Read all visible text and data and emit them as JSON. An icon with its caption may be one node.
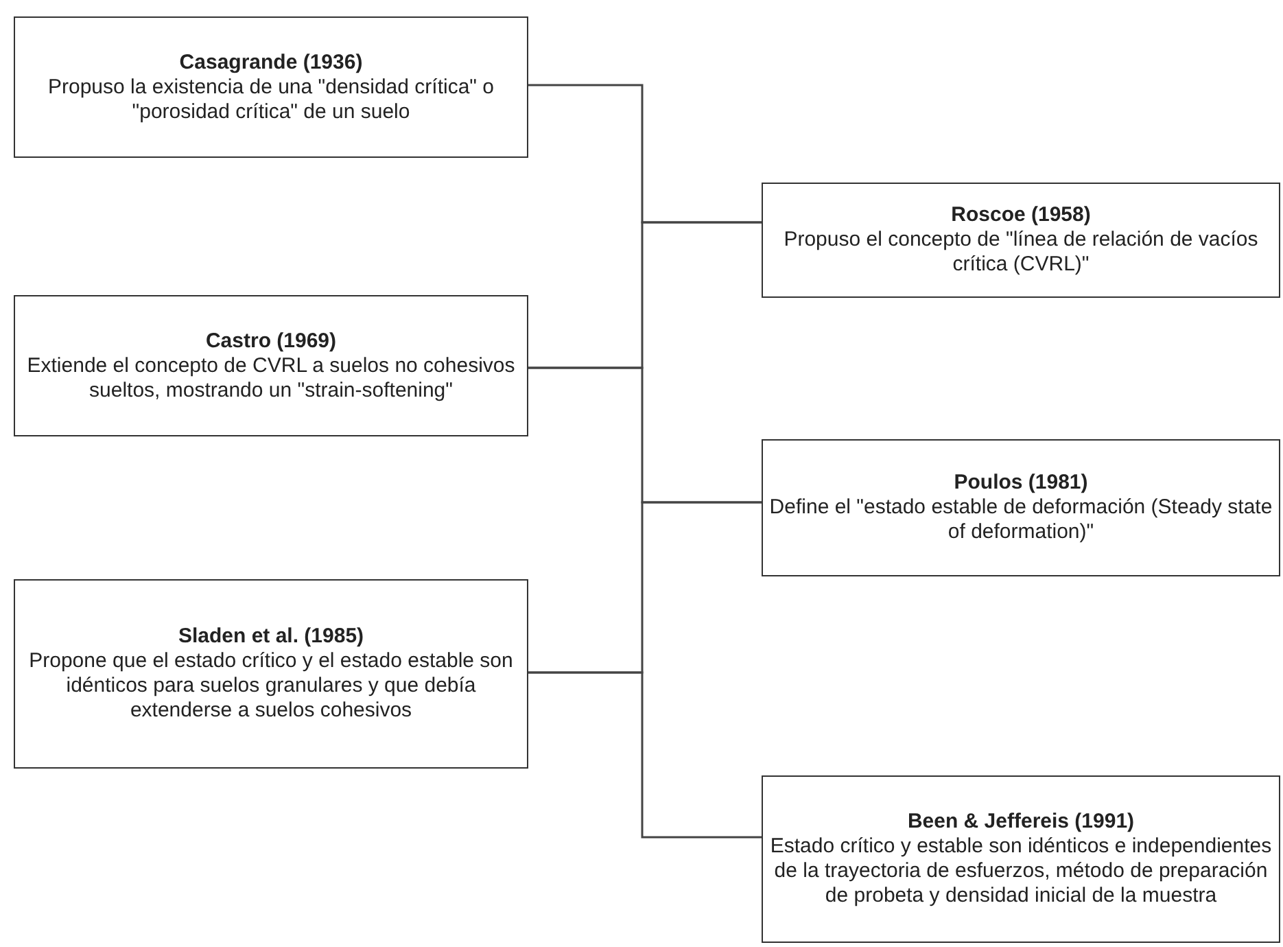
{
  "diagram": {
    "nodes": [
      {
        "text": [
          "Casagrande (1936)",
          "Propuso la existencia de una \"densidad crítica\" o \"porosidad crítica\" de un suelo"
        ]
      },
      {
        "text": [
          "Roscoe (1958)",
          "Propuso el concepto de \"línea de relación de vacíos crítica (CVRL)\""
        ]
      },
      {
        "text": [
          "Castro (1969)",
          "Extiende el concepto de CVRL a suelos no cohesivos sueltos, mostrando un \"strain-softening\""
        ]
      },
      {
        "text": [
          "Poulos (1981)",
          "Define el \"estado estable de deformación (Steady state of deformation)\""
        ]
      },
      {
        "text": [
          "Sladen et al. (1985)",
          "Propone que el estado crítico y el estado estable son idénticos para suelos granulares y que debía extenderse a suelos cohesivos"
        ]
      },
      {
        "text": [
          "Been & Jeffereis (1991)",
          "Estado crítico y estable son idénticos e independientes de la trayectoria de esfuerzos, método de preparación de probeta y densidad inicial de la muestra"
        ]
      }
    ],
    "edges": [
      {
        "from": 0,
        "to": 1,
        "arrow": "none"
      },
      {
        "from": 1,
        "to": 2,
        "arrow": "none"
      },
      {
        "from": 2,
        "to": 3,
        "arrow": "none"
      },
      {
        "from": 3,
        "to": 4,
        "arrow": "none"
      },
      {
        "from": 4,
        "to": 5,
        "arrow": "none"
      }
    ]
  }
}
